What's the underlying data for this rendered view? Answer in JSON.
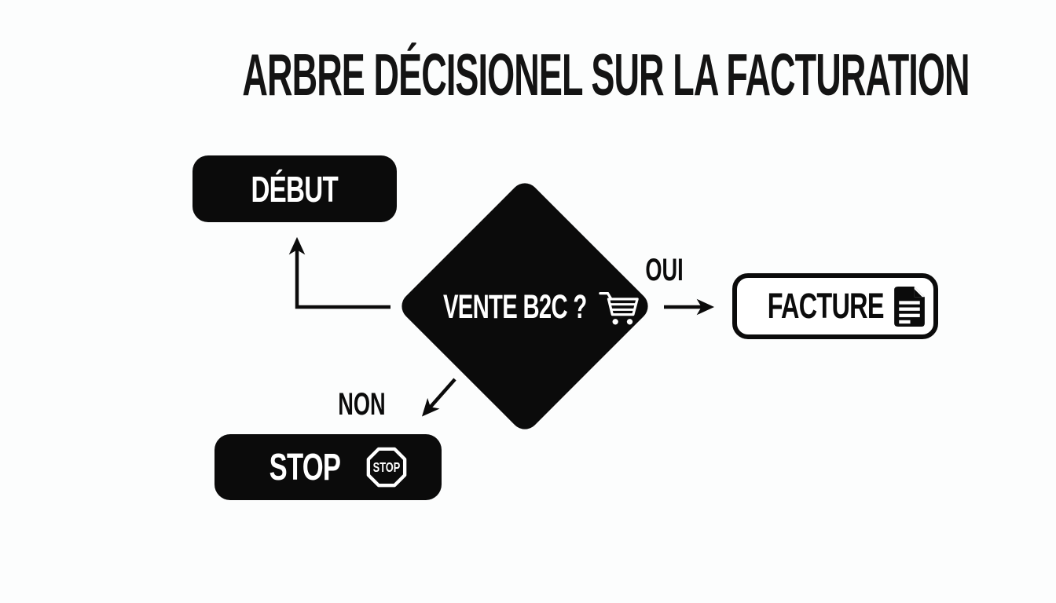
{
  "title": "ARBRE DÉCISIONEL SUR LA FACTURATION",
  "nodes": {
    "start": {
      "label": "DÉBUT",
      "shape": "rounded-rect-black"
    },
    "decision": {
      "label": "VENTE B2C ?",
      "shape": "diamond-black",
      "icon": "shopping-cart-icon"
    },
    "invoice": {
      "label": "FACTURE",
      "shape": "rounded-rect-outlined",
      "icon": "invoice-document-icon"
    },
    "stop": {
      "label": "STOP",
      "shape": "rounded-rect-black",
      "icon": "stop-sign-icon",
      "sign_text": "STOP"
    }
  },
  "edges": {
    "yes": {
      "label": "OUI",
      "from": "decision",
      "to": "invoice"
    },
    "no": {
      "label": "NON",
      "from": "decision",
      "to": "stop"
    },
    "loop": {
      "label": "",
      "from": "decision",
      "to": "start"
    }
  },
  "colors": {
    "background": "#fcfdfd",
    "node_fill": "#0b0b0b",
    "node_text": "#ffffff",
    "outlined_node_fill": "#ffffff",
    "outlined_node_border": "#0b0b0b",
    "line": "#0b0b0b",
    "title_text": "#141414"
  }
}
